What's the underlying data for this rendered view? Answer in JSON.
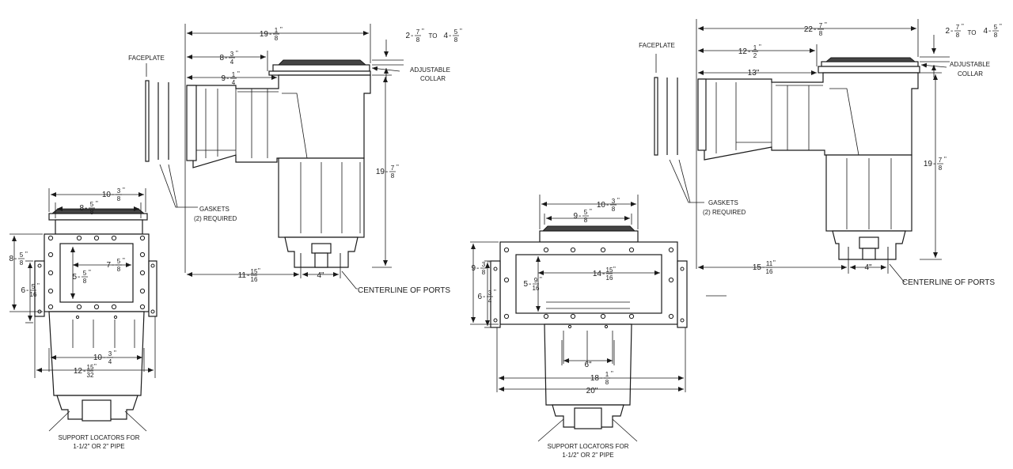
{
  "labels": {
    "faceplate": "FACEPLATE",
    "gaskets_line1": "GASKETS",
    "gaskets_line2": "(2) REQUIRED",
    "adjustable_line1": "ADJUSTABLE",
    "adjustable_line2": "COLLAR",
    "centerline": "CENTERLINE OF PORTS",
    "support_line1": "SUPPORT LOCATORS FOR",
    "support_line2": "1-1/2\" OR 2\" PIPE",
    "to": "TO"
  },
  "left_side": {
    "overall_w": {
      "whole": "19",
      "num": "1",
      "den": "8"
    },
    "faceplate_depth": {
      "whole": "8",
      "num": "3",
      "den": "4"
    },
    "throat_depth": {
      "whole": "9",
      "num": "1",
      "den": "4"
    },
    "collar_range_a": {
      "whole": "2",
      "num": "7",
      "den": "8"
    },
    "collar_range_b": {
      "whole": "4",
      "num": "5",
      "den": "8"
    },
    "height": {
      "whole": "19",
      "num": "7",
      "den": "8"
    },
    "offset": {
      "whole": "11",
      "num": "15",
      "den": "16"
    },
    "port_spacing": "4\""
  },
  "left_front": {
    "lid_outer": {
      "whole": "10",
      "num": "3",
      "den": "8"
    },
    "lid_inner": {
      "whole": "8",
      "num": "5",
      "den": "8"
    },
    "opening_w": {
      "whole": "7",
      "num": "5",
      "den": "8"
    },
    "opening_h": {
      "whole": "5",
      "num": "5",
      "den": "8"
    },
    "face_h": {
      "whole": "8",
      "num": "5",
      "den": "8"
    },
    "mount_h": {
      "whole": "6",
      "num": "5",
      "den": "16"
    },
    "body_w": {
      "whole": "10",
      "num": "3",
      "den": "4"
    },
    "base_w": {
      "whole": "12",
      "num": "15",
      "den": "32"
    }
  },
  "right_front": {
    "lid_outer": {
      "whole": "10",
      "num": "3",
      "den": "8"
    },
    "lid_inner": {
      "whole": "9",
      "num": "5",
      "den": "8"
    },
    "opening_w": {
      "whole": "14",
      "num": "15",
      "den": "16"
    },
    "opening_h": {
      "whole": "5",
      "num": "9",
      "den": "16"
    },
    "face_h": {
      "whole": "9",
      "num": "3",
      "den": "8"
    },
    "mount_h": {
      "whole": "6",
      "num": "3",
      "den": "4"
    },
    "port_w": "6\"",
    "body_w": {
      "whole": "18",
      "num": "1",
      "den": "8"
    },
    "base_w": "20\""
  },
  "right_side": {
    "overall_w": {
      "whole": "22",
      "num": "7",
      "den": "8"
    },
    "faceplate_depth": {
      "whole": "12",
      "num": "1",
      "den": "2"
    },
    "throat_depth": "13\"",
    "collar_range_a": {
      "whole": "2",
      "num": "7",
      "den": "8"
    },
    "collar_range_b": {
      "whole": "4",
      "num": "5",
      "den": "8"
    },
    "height": {
      "whole": "19",
      "num": "7",
      "den": "8"
    },
    "offset": {
      "whole": "15",
      "num": "11",
      "den": "16"
    },
    "port_spacing": "4\""
  }
}
